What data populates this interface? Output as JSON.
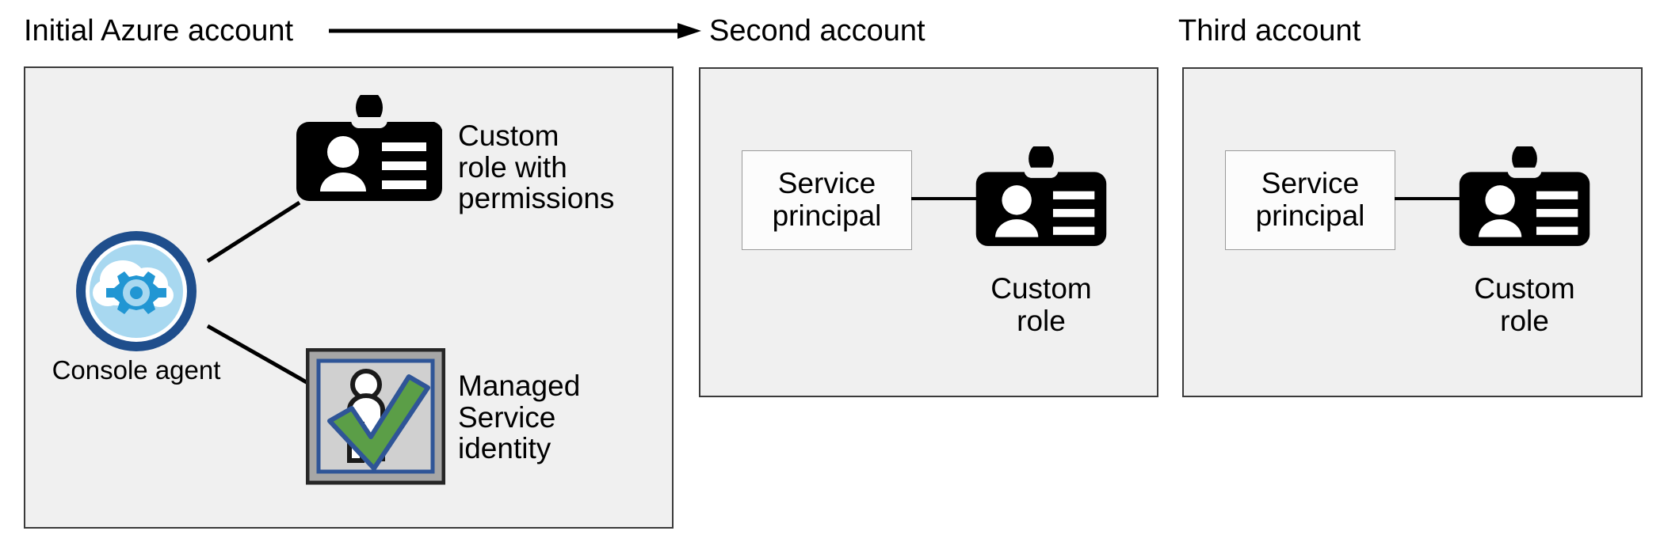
{
  "diagram": {
    "title_flow_arrow": "arrow-right",
    "background_color": "#FFFFFF",
    "panel_fill": "#F0F0F0",
    "panel_border": "#3A3A3A"
  },
  "accounts": [
    {
      "heading": "Initial Azure account",
      "nodes": {
        "console_agent_label": "Console agent",
        "custom_role_label": "Custom\nrole with\npermissions",
        "managed_identity_label": "Managed\nService\nidentity"
      }
    },
    {
      "heading": "Second account",
      "nodes": {
        "service_principal_label": "Service\nprincipal",
        "custom_role_label": "Custom\nrole"
      }
    },
    {
      "heading": "Third account",
      "nodes": {
        "service_principal_label": "Service\nprincipal",
        "custom_role_label": "Custom\nrole"
      }
    }
  ],
  "icons": {
    "console_agent": "cloud-gear-icon",
    "custom_role": "id-badge-icon",
    "managed_service_identity": "person-check-icon",
    "flow": "arrow-right-icon"
  },
  "colors": {
    "agent_ring": "#1F4E8C",
    "agent_inner": "#A8D8F0",
    "agent_cloud": "#FFFFFF",
    "agent_gear": "#2196D3",
    "badge_black": "#000000",
    "msi_outer_border": "#262626",
    "msi_frame": "#A6A6A6",
    "msi_inner_border": "#2F5597",
    "msi_fill": "#D0D0D0",
    "msi_check": "#5B9E47",
    "sp_box_fill": "#FCFCFC",
    "sp_box_border": "#9A9A9A"
  }
}
